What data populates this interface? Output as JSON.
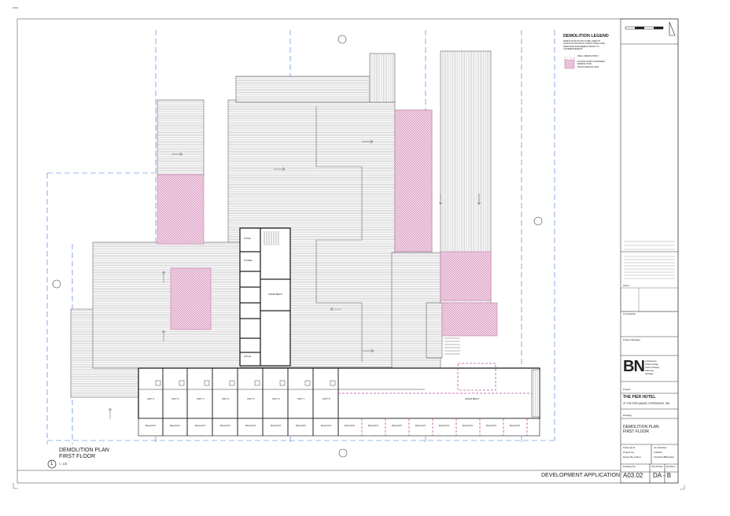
{
  "drawing": {
    "title_line1": "DEMOLITION PLAN",
    "title_line2": "FIRST FLOOR",
    "number": "1",
    "scale": "1 : 100"
  },
  "legend": {
    "title": "DEMOLITION LEGEND",
    "note": "DEMOLITION NOTE TO BE USED IN ASSOCIATION WITH STRUCTURAL AND SERVICES ENGINEERS PRIOR TO COMMENCEMENT",
    "items": [
      {
        "label": "WALL DEMOLITION"
      },
      {
        "label": "FLOOR SLAB & FINISHES DEMOLITION"
      },
      {
        "label": "ROOF DEMOLITION"
      }
    ]
  },
  "rooms": {
    "stair": "STAIR",
    "store": "STORE",
    "apartment_mid": "APARTMENT",
    "apartment_east": "APARTMENT",
    "kitchen": "KITCH",
    "units": [
      "UNIT 1",
      "UNIT 2",
      "UNIT 3",
      "UNIT 4",
      "UNIT 5",
      "UNIT 6",
      "UNIT 7",
      "UNIT 8"
    ],
    "balcony": "BALCONY"
  },
  "title_block": {
    "logo": "BN",
    "practice_lines": [
      "Architecture",
      "Urban Design",
      "Interior Design",
      "Planning",
      "Heritage"
    ],
    "project_label": "Project",
    "project_name": "THE PIER HOTEL",
    "address": "47 THE ESPLANADE, ESPERANCE, WA",
    "drawing_label": "Drawing",
    "drawing_title": "DEMOLITION PLAN FIRST FLOOR",
    "scale_label": "Scale @ A1",
    "scale_value": "As indicated",
    "project_no_label": "Project No.",
    "project_no": "G11029",
    "drawn_label": "Drawn By",
    "drawn_value": "Author",
    "checked_label": "Checked By",
    "checked_value": "Checker",
    "drawing_no_label": "Drawing No.",
    "rev_label": "Revision",
    "issue_label": "Proj Phase",
    "application": "DEVELOPMENT APPLICATION",
    "sheet_number": "A03.02",
    "revision": "DA - B",
    "client_label": "Client",
    "manager_label": "Project Manager",
    "consultant_label": "Consultants"
  },
  "colors": {
    "hatch": "#d9a3c6",
    "line": "#333333",
    "grid": "#3a70d8"
  }
}
